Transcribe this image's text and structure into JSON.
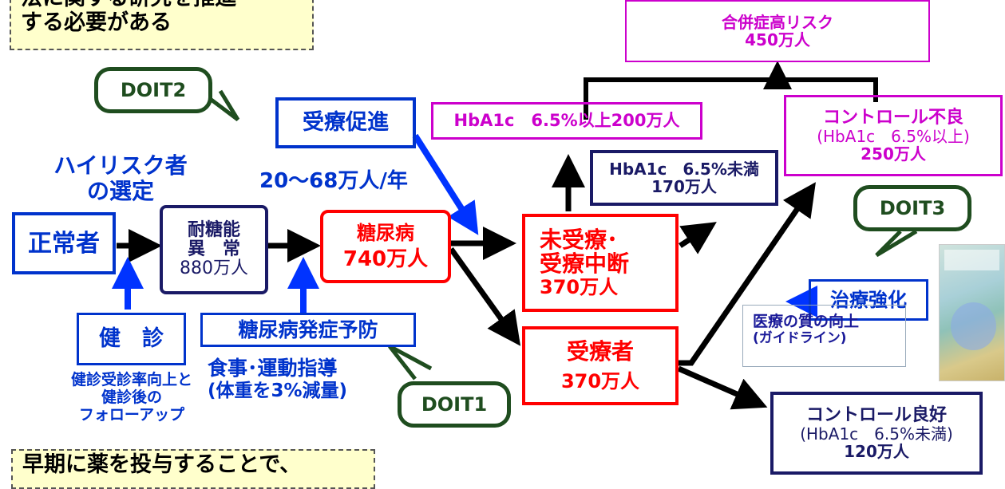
{
  "notes": {
    "top_line1": "法に関する研究を推進",
    "top_line2": "する必要がある",
    "bottom_line1": "早期に薬を投与することで、"
  },
  "boxes": {
    "normal": "正常者",
    "igt_line1": "耐糖能",
    "igt_line2": "異　常",
    "igt_line3": "880万人",
    "diabetes_line1": "糖尿病",
    "diabetes_line2": "740万人",
    "untreated_line1": "未受療･",
    "untreated_line2": "受療中断",
    "untreated_line3": "370万人",
    "treated_line1": "受療者",
    "treated_line2": "370万人",
    "hba1c_high": "HbA1c　6.5%以上200万人",
    "hba1c_low_line1": "HbA1c　6.5%未満",
    "hba1c_low_line2": "170万人",
    "complication_line1": "合併症高リスク",
    "complication_line2": "450万人",
    "poor_line1": "コントロール不良",
    "poor_line2": "(HbA1c　6.5%以上)",
    "poor_line3": "250万人",
    "good_line1": "コントロール良好",
    "good_line2": "(HbA1c　6.5%未満)",
    "good_line3": "120万人",
    "checkup": "健　診",
    "prevention": "糖尿病発症予防",
    "promote": "受療促進",
    "intensify": "治療強化"
  },
  "labels": {
    "highrisk_line1": "ハイリスク者",
    "highrisk_line2": "の選定",
    "incidence": "20～68万人/年",
    "checkup_note_line1": "健診受診率向上と",
    "checkup_note_line2": "健診後の",
    "checkup_note_line3": "フォローアップ",
    "diet_line1": "食事･運動指導",
    "diet_line2": "(体重を3%減量)",
    "quality_line1": "医療の質の向上",
    "quality_line2": "(ガイドライン)"
  },
  "bubbles": {
    "doit1": "DOIT1",
    "doit2": "DOIT2",
    "doit3": "DOIT3"
  },
  "colors": {
    "blue": "#0033cc",
    "navy": "#1a1a66",
    "red": "#ff0000",
    "magenta": "#cc00cc",
    "green": "#1f4d1f"
  }
}
